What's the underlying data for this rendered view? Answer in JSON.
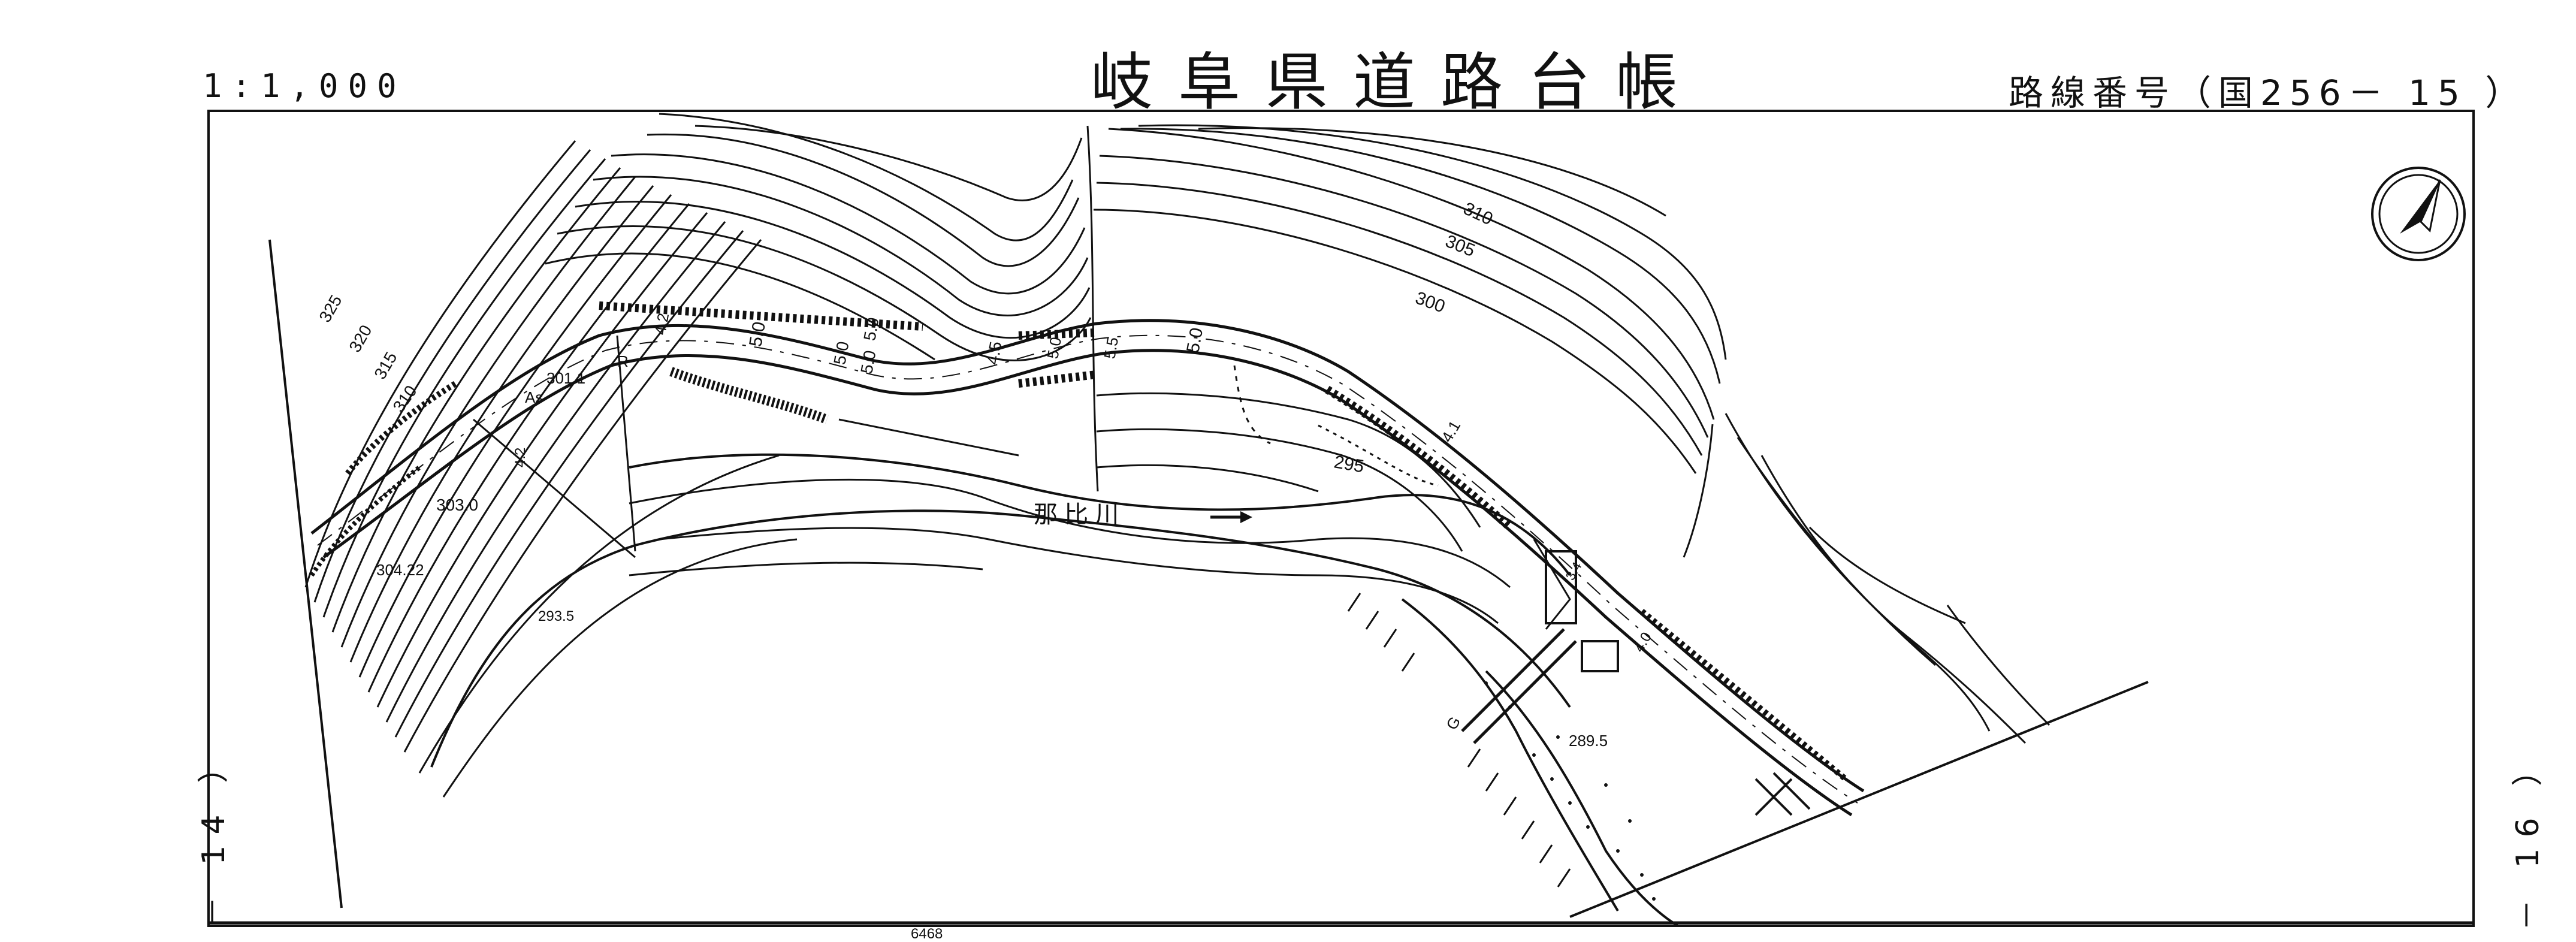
{
  "header": {
    "title": "岐阜県道路台帳",
    "scale": "1:1,000",
    "route_number": "路線番号（国256－ 15 ）"
  },
  "sheet_edges": {
    "left": "－ 14 ）",
    "right": "－ 16 ）"
  },
  "map": {
    "river_name": "那 比 川",
    "icons": [
      "north-arrow-icon",
      "river-flow-arrow-icon"
    ],
    "contour_labels": [
      "325",
      "320",
      "315",
      "310",
      "310",
      "305",
      "300",
      "295"
    ],
    "elevation_points": [
      "303.0",
      "304.22",
      "301.1",
      "293.5",
      "289.5"
    ],
    "road_widths": [
      "4.2",
      "5.0",
      "5.0",
      "5.0",
      "5.0",
      "4.5",
      "5.0",
      "5.5",
      "5.0",
      "4.1",
      "4.2",
      "4.0",
      "3.4"
    ],
    "road_marks": [
      "As",
      "R",
      "G"
    ],
    "bottom_fragment": "6468"
  }
}
